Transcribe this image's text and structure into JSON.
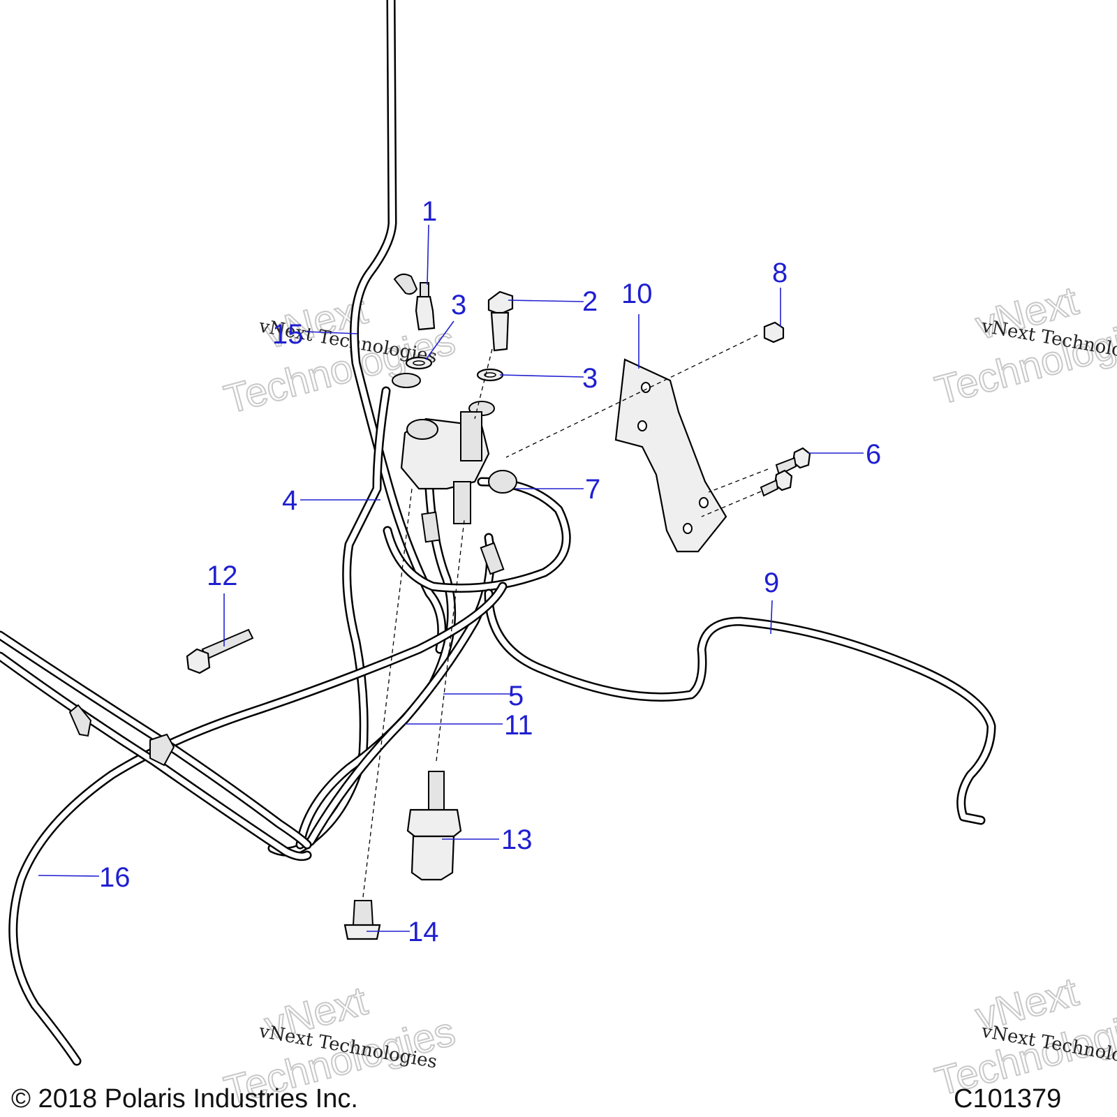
{
  "callouts": {
    "c1": "1",
    "c2": "2",
    "c3a": "3",
    "c3b": "3",
    "c4": "4",
    "c5": "5",
    "c6": "6",
    "c7": "7",
    "c8": "8",
    "c9": "9",
    "c10": "10",
    "c11": "11",
    "c12": "12",
    "c13": "13",
    "c14": "14",
    "c15": "15",
    "c16": "16"
  },
  "watermark": {
    "line": "vNext Technologies",
    "big1": "vNext",
    "big2": "Technologies"
  },
  "footer": {
    "copyright": "© 2018 Polaris Industries Inc.",
    "code": "C101379"
  },
  "colors": {
    "callout": "#1f1fd0",
    "line": "#000000",
    "fill": "#efefef"
  }
}
